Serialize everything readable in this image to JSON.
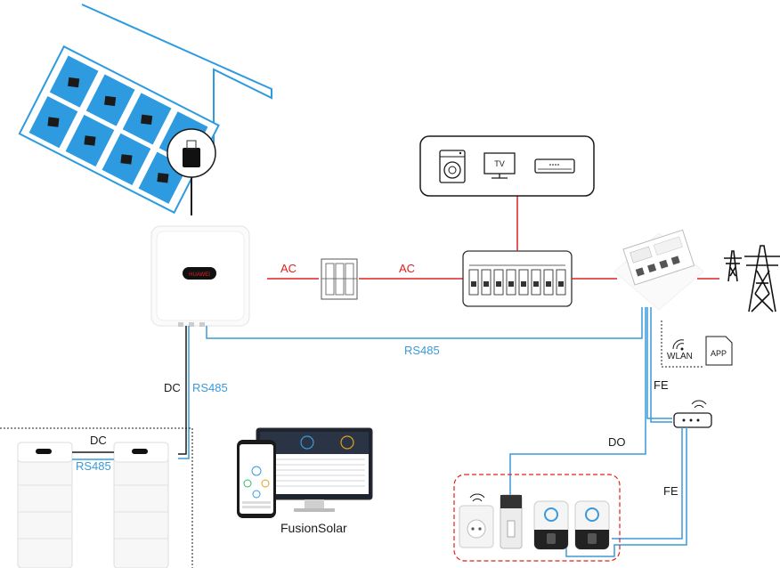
{
  "colors": {
    "ac_line": "#e02020",
    "rs485_line": "#3a9ad9",
    "dc_line": "#1a1a1a",
    "panel_blue": "#2e9be0"
  },
  "labels": {
    "ac_left": "AC",
    "ac_right": "AC",
    "rs485_main": "RS485",
    "dc_vertical": "DC",
    "rs485_vertical": "RS485",
    "dc_battery": "DC",
    "rs485_battery": "RS485",
    "fe_top": "FE",
    "do_label": "DO",
    "fe_bottom": "FE",
    "wlan": "WLAN",
    "app": "APP",
    "tv": "TV",
    "fusionsolar": "FusionSolar"
  },
  "icons": {
    "solar_panel": "solar-panel-icon",
    "optimizer": "optimizer-icon",
    "inverter": "inverter-icon",
    "ac_switch": "ac-switch-icon",
    "distribution_box": "distribution-box-icon",
    "smart_meter": "smart-meter-icon",
    "power_tower": "transmission-tower-icon",
    "washing_machine": "washing-machine-icon",
    "tv": "tv-icon",
    "air_conditioner": "air-conditioner-icon",
    "router": "router-icon",
    "wifi": "wifi-icon",
    "app_doc": "app-document-icon",
    "battery": "battery-icon",
    "smart_socket": "smart-socket-icon",
    "relay": "relay-icon",
    "ev_charger": "ev-charger-icon",
    "monitor": "monitor-icon",
    "phone": "phone-icon"
  }
}
